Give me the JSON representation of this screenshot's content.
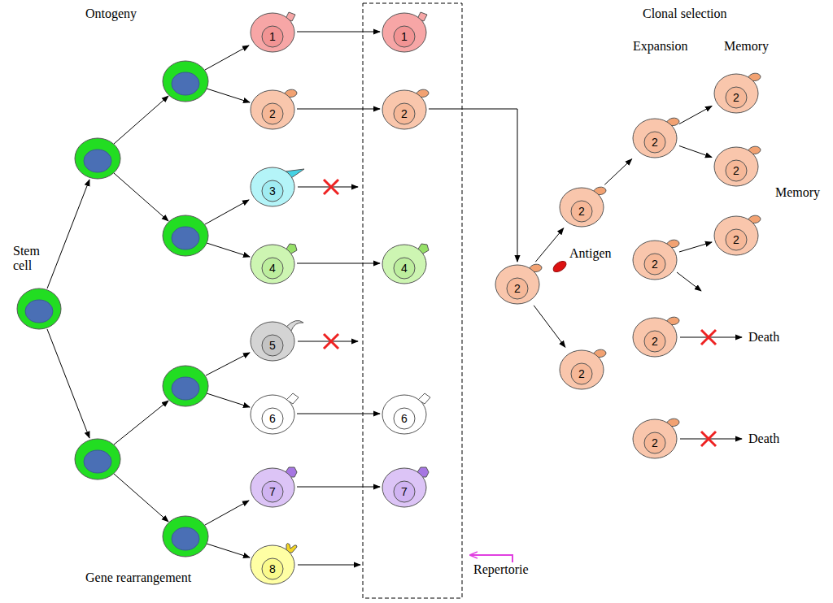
{
  "diagram": {
    "nodes": [
      {
        "text": [
          "1"
        ]
      },
      {
        "text": [
          "2"
        ]
      },
      {
        "text": [
          "3"
        ]
      },
      {
        "text": [
          "4"
        ]
      },
      {
        "text": [
          "5"
        ]
      },
      {
        "text": [
          "6"
        ]
      },
      {
        "text": [
          "7"
        ]
      },
      {
        "text": [
          "8"
        ]
      },
      {
        "text": [
          "1"
        ]
      },
      {
        "text": [
          "2"
        ]
      },
      {
        "text": [
          "4"
        ]
      },
      {
        "text": [
          "6"
        ]
      },
      {
        "text": [
          "7"
        ]
      },
      {
        "text": [
          "2"
        ]
      },
      {
        "text": [
          "2"
        ]
      },
      {
        "text": [
          "2"
        ]
      },
      {
        "text": [
          "2"
        ]
      },
      {
        "text": [
          "2"
        ]
      },
      {
        "text": [
          "2"
        ]
      },
      {
        "text": [
          "2"
        ]
      },
      {
        "text": [
          "2"
        ]
      },
      {
        "text": [
          "2"
        ]
      },
      {
        "text": [
          "2"
        ]
      }
    ],
    "edges": [
      {
        "from": 0,
        "to": 8,
        "arrow": "to"
      },
      {
        "from": 1,
        "to": 9,
        "arrow": "to"
      },
      {
        "from": 3,
        "to": 10,
        "arrow": "to"
      },
      {
        "from": 5,
        "to": 11,
        "arrow": "to"
      },
      {
        "from": 6,
        "to": 12,
        "arrow": "to"
      },
      {
        "from": 9,
        "to": 13,
        "arrow": "to"
      },
      {
        "from": 13,
        "to": 14,
        "arrow": "to"
      },
      {
        "from": 13,
        "to": 15,
        "arrow": "to"
      },
      {
        "from": 14,
        "to": 16,
        "arrow": "to"
      },
      {
        "from": 16,
        "to": 17,
        "arrow": "to"
      },
      {
        "from": 16,
        "to": 18,
        "arrow": "to"
      },
      {
        "from": 19,
        "to": 20,
        "arrow": "to"
      }
    ],
    "labels": [
      "Ontogeny",
      "Clonal selection",
      "Expansion",
      "Memory",
      "Memory",
      "Stem cell",
      "Antigen",
      "Death",
      "Death",
      "Repertorie",
      "Gene rearrangement"
    ]
  }
}
